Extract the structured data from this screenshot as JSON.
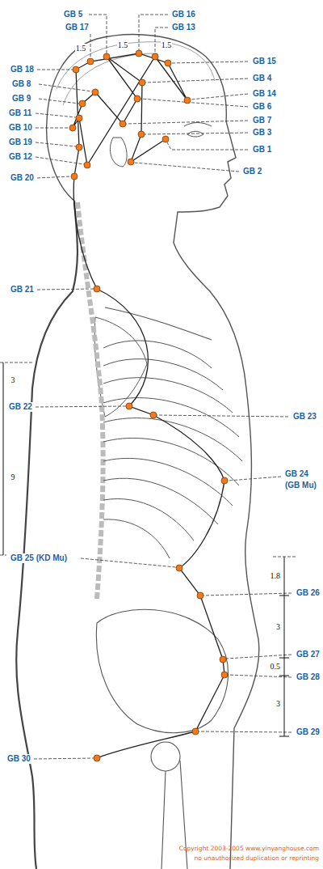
{
  "diagram": {
    "labels": [
      "GB 5",
      "GB 16",
      "GB 17",
      "GB 13",
      "1.5",
      "1.5",
      "1.5",
      "GB 15",
      "GB 18",
      "GB 4",
      "GB 8",
      "GB 14",
      "GB 9",
      "GB 6",
      "GB 11",
      "GB 7",
      "GB 10",
      "GB 3",
      "GB 19",
      "GB 1",
      "GB 12",
      "GB 2",
      "GB 20",
      "GB 21",
      "3",
      "GB 22",
      "GB 23",
      "GB 24",
      "9",
      "(GB Mu)",
      "GB 25 (KD Mu)",
      "1.8",
      "GB 26",
      "3",
      "GB 27",
      "0.5",
      "GB 28",
      "3",
      "GB 29",
      "GB 30",
      "Copyright 2003-2005 www.yinyanghouse.com",
      "no unauthorized duplication or reprinting"
    ]
  }
}
